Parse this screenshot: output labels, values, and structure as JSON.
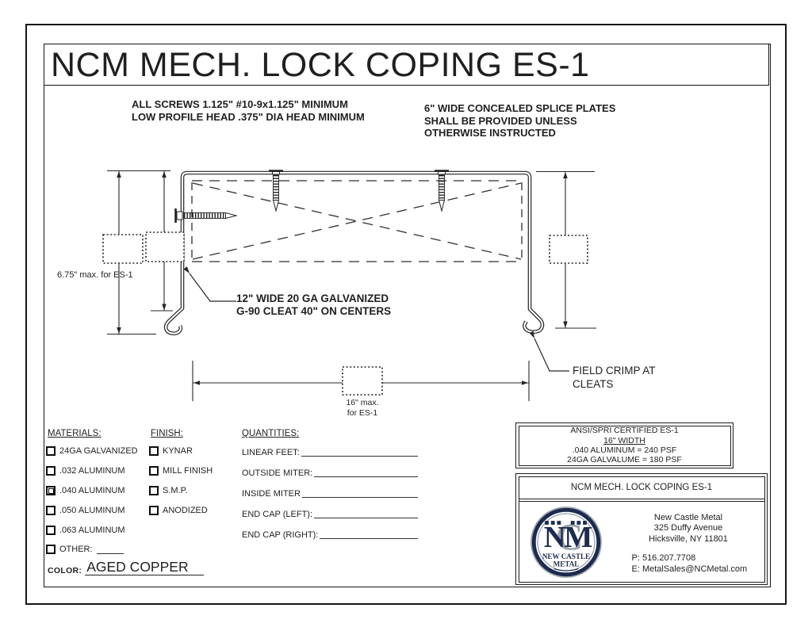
{
  "page": {
    "title": "NCM MECH. LOCK COPING ES-1"
  },
  "notes": {
    "screws": [
      "ALL SCREWS 1.125\" #10-9x1.125\" MINIMUM",
      "LOW PROFILE HEAD .375\" DIA HEAD MINIMUM"
    ],
    "splice": [
      "6\" WIDE CONCEALED SPLICE PLATES",
      "SHALL BE PROVIDED UNLESS",
      "OTHERWISE INSTRUCTED"
    ]
  },
  "drawing": {
    "left_dim_label": "6.75\" max. for ES-1",
    "cleat_note": [
      "12\" WIDE  20 GA GALVANIZED",
      "G-90 CLEAT 40\" ON CENTERS"
    ],
    "bottom_dim_label": [
      "16\" max.",
      "for ES-1"
    ],
    "crimp_note": [
      "FIELD CRIMP AT",
      "CLEATS"
    ]
  },
  "materials": {
    "heading": "MATERIALS:",
    "items": [
      "24GA GALVANIZED",
      ".032 ALUMINUM",
      ".040 ALUMINUM",
      ".050 ALUMINUM",
      ".063 ALUMINUM",
      "OTHER:"
    ],
    "checked": [
      false,
      false,
      true,
      false,
      false,
      false
    ],
    "color_label": "COLOR:",
    "color_value": "AGED COPPER"
  },
  "finish": {
    "heading": "FINISH:",
    "items": [
      "KYNAR",
      "MILL FINISH",
      "S.M.P.",
      "ANODIZED"
    ]
  },
  "quantities": {
    "heading": "QUANTITIES:",
    "items": [
      "LINEAR FEET:",
      "OUTSIDE MITER:",
      "INSIDE MITER",
      "END CAP (LEFT):",
      "END CAP (RIGHT):"
    ]
  },
  "certification": {
    "lines": [
      "ANSI/SPRI CERTIFIED ES-1",
      "16\" WIDTH",
      ".040 ALUMINUM = 240 PSF",
      "24GA GALVALUME = 180 PSF"
    ]
  },
  "title_block": {
    "drawing_title": "NCM MECH. LOCK COPING ES-1",
    "company": "New Castle Metal",
    "address": [
      "325 Duffy Avenue",
      "Hicksville, NY 11801"
    ],
    "phone": "P: 516.207.7708",
    "email": "E: MetalSales@NCMetal.com",
    "logo": {
      "letter_n": "N",
      "letter_c": "C",
      "letter_m": "M",
      "name_line1": "NEW CASTLE",
      "name_line2": "METAL"
    }
  },
  "colors": {
    "ink": "#1f1f1f",
    "navy": "#1c2b4e",
    "logo_gray": "#9aa2ab"
  }
}
